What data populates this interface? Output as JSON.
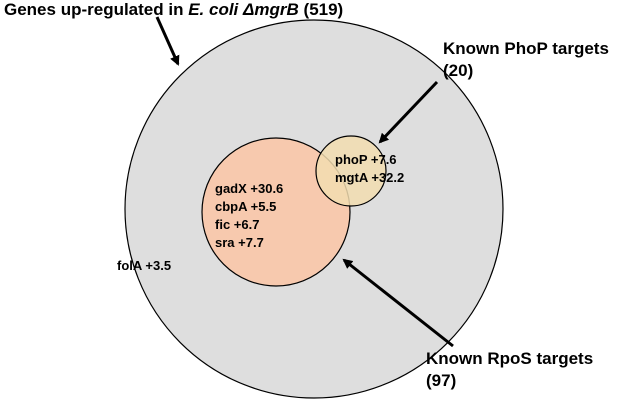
{
  "title": {
    "prefix": "Genes up-regulated in ",
    "organism": "E. coli ΔmgrB",
    "count": " (519)"
  },
  "sets": {
    "outer": {
      "color": "#dedede"
    },
    "rpos": {
      "label": "Known RpoS targets",
      "count": "(97)",
      "color": "#f7c9ae"
    },
    "phop": {
      "label": "Known PhoP targets",
      "count": "(20)",
      "color": "#f2ddb0"
    }
  },
  "genes": {
    "outer_only": [
      {
        "label": "folA +3.5"
      }
    ],
    "phop_region": [
      {
        "label": "phoP +7.6"
      },
      {
        "label": "mgtA +32.2"
      }
    ],
    "rpos_region": [
      {
        "label": "gadX +30.6"
      },
      {
        "label": "cbpA +5.5"
      },
      {
        "label": "fic +6.7"
      },
      {
        "label": "sra +7.7"
      }
    ]
  }
}
